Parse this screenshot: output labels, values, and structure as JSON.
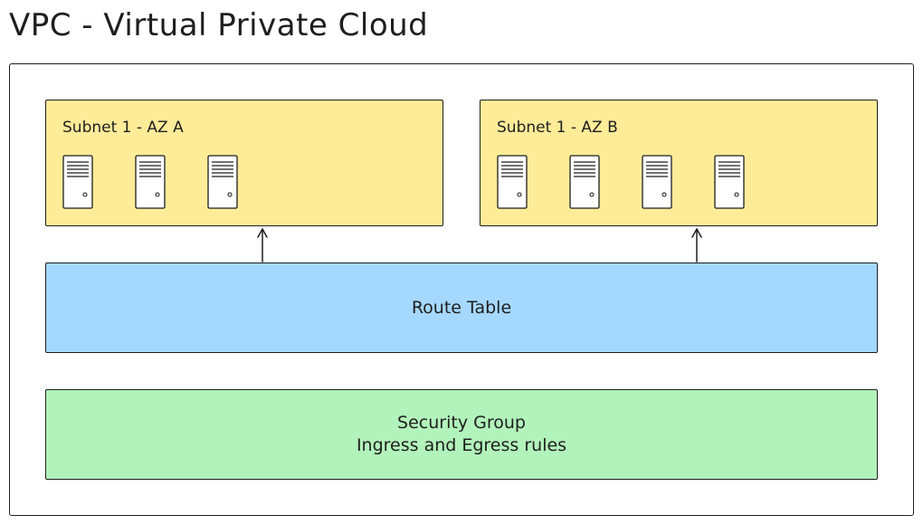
{
  "title": "VPC - Virtual Private Cloud",
  "subnets": [
    {
      "label": "Subnet 1 - AZ A",
      "server_count": 3
    },
    {
      "label": "Subnet 1 - AZ B",
      "server_count": 4
    }
  ],
  "route_table": {
    "label": "Route Table"
  },
  "security_group": {
    "line1": "Security Group",
    "line2": "Ingress and Egress rules"
  },
  "colors": {
    "subnet_fill": "#ffec99",
    "route_table_fill": "#a5d8ff",
    "security_group_fill": "#b2f2bb",
    "stroke": "#1e1e1e"
  },
  "icons": {
    "server": "server-icon",
    "arrow": "arrow-up-icon"
  }
}
